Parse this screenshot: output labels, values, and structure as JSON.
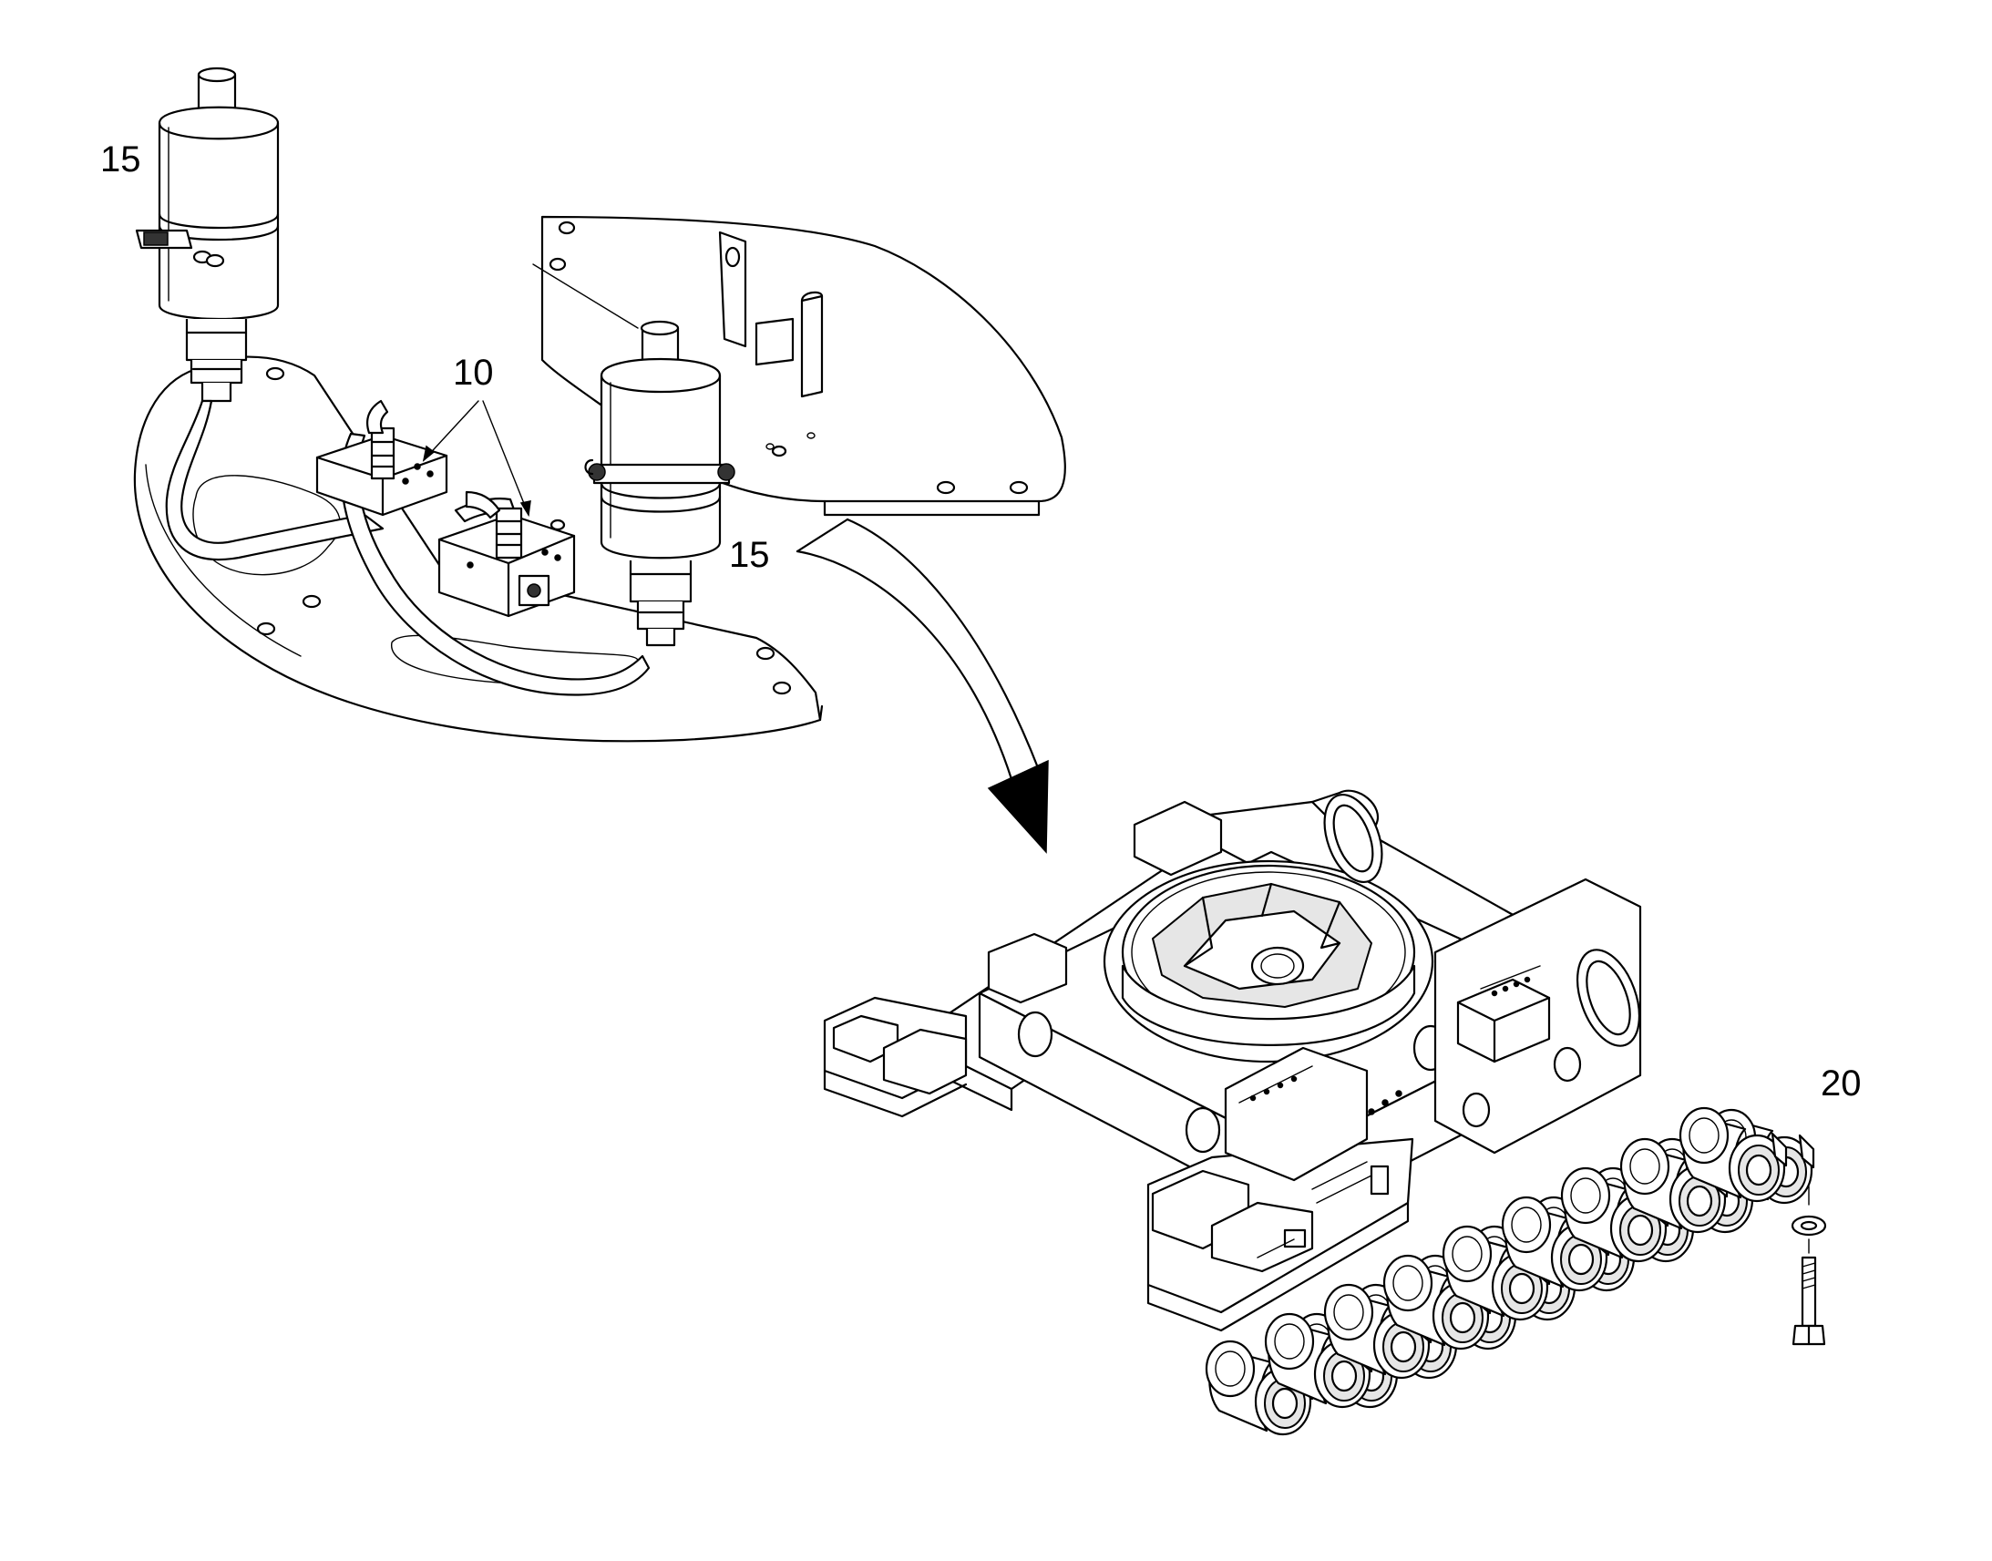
{
  "figure": {
    "callouts": {
      "accumulator_left": "15",
      "valve_blocks": "10",
      "accumulator_right": "15",
      "track_rollers": "20"
    }
  },
  "colors": {
    "line": "#000000",
    "background": "#ffffff",
    "shade": "#e6e6e6"
  }
}
